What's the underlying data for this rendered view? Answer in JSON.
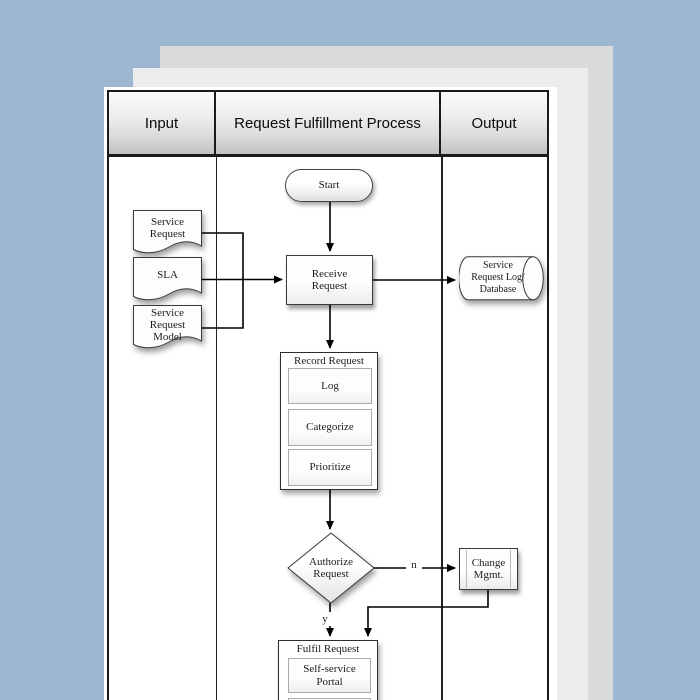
{
  "palette": {
    "background": "#9db7d1",
    "page_back": "#d9dadc",
    "page_middle": "#ebeced",
    "page_front": "#ffffff",
    "ink": "#1a1a1a"
  },
  "header": {
    "columns": [
      {
        "label": "Input"
      },
      {
        "label": "Request Fulfillment Process"
      },
      {
        "label": "Output"
      }
    ]
  },
  "diagram": {
    "start": {
      "label": "Start"
    },
    "inputs": [
      {
        "label": "Service Request"
      },
      {
        "label": "SLA"
      },
      {
        "label": "Service Request Model"
      }
    ],
    "receive": {
      "label": "Receive Request"
    },
    "database": {
      "label": "Service Request Log/ Database"
    },
    "record": {
      "title": "Record Request",
      "steps": [
        {
          "label": "Log"
        },
        {
          "label": "Categorize"
        },
        {
          "label": "Prioritize"
        }
      ]
    },
    "decision": {
      "label": "Authorize Request",
      "no": "n",
      "yes": "y"
    },
    "change": {
      "label": "Change Mgmt."
    },
    "fulfil": {
      "title": "Fulfil Request",
      "steps": [
        {
          "label": "Self-service Portal"
        }
      ]
    }
  }
}
